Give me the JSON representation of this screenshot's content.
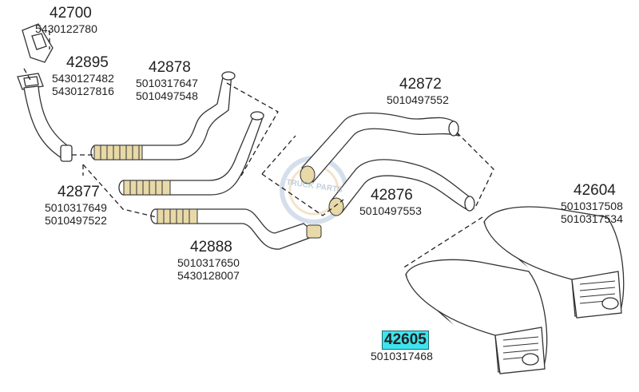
{
  "parts": [
    {
      "id": "42700",
      "refs": [
        "5430122780"
      ],
      "highlight": false
    },
    {
      "id": "42895",
      "refs": [
        "5430127482",
        "5430127816"
      ],
      "highlight": false
    },
    {
      "id": "42878",
      "refs": [
        "5010317647",
        "5010497548"
      ],
      "highlight": false
    },
    {
      "id": "42872",
      "refs": [
        "5010497552"
      ],
      "highlight": false
    },
    {
      "id": "42877",
      "refs": [
        "5010317649",
        "5010497522"
      ],
      "highlight": false
    },
    {
      "id": "42876",
      "refs": [
        "5010497553"
      ],
      "highlight": false
    },
    {
      "id": "42604",
      "refs": [
        "5010317508",
        "5010317534"
      ],
      "highlight": false
    },
    {
      "id": "42888",
      "refs": [
        "5010317650",
        "5430128007"
      ],
      "highlight": false
    },
    {
      "id": "42605",
      "refs": [
        "5010317468"
      ],
      "highlight": true
    }
  ],
  "watermark": "TRUCK PARTS",
  "colors": {
    "highlight": "#3fe3ee",
    "line": "#333333",
    "text": "#222222"
  }
}
